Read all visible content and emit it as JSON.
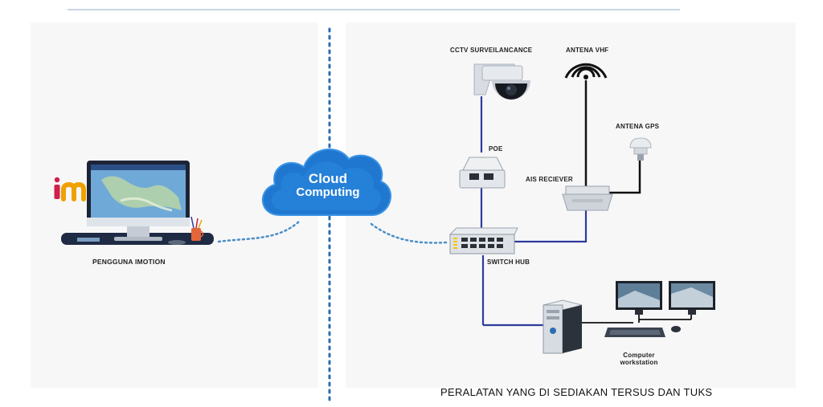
{
  "left": {
    "logo_text": "im",
    "user_label": "PENGGUNA IMOTION"
  },
  "cloud": {
    "line1": "Cloud",
    "line2": "Computing"
  },
  "right": {
    "cctv_label": "CCTV SURVEILANCANCE",
    "antenna_vhf_label": "ANTENA VHF",
    "antenna_gps_label": "ANTENA GPS",
    "poe_label": "POE",
    "ais_label": "AIS RECIEVER",
    "switch_label": "SWITCH HUB",
    "workstation_label_line1": "Computer",
    "workstation_label_line2": "workstation"
  },
  "footer": {
    "caption": "PERALATAN YANG DI SEDIAKAN TERSUS DAN TUKS"
  },
  "colors": {
    "cloud": "#1f77d0",
    "divider": "#2a6db3",
    "cable": "#2d3b9c",
    "dotted_link": "#4a8fc8",
    "logo_i": "#d01f4a",
    "logo_m": "#f0a000"
  }
}
